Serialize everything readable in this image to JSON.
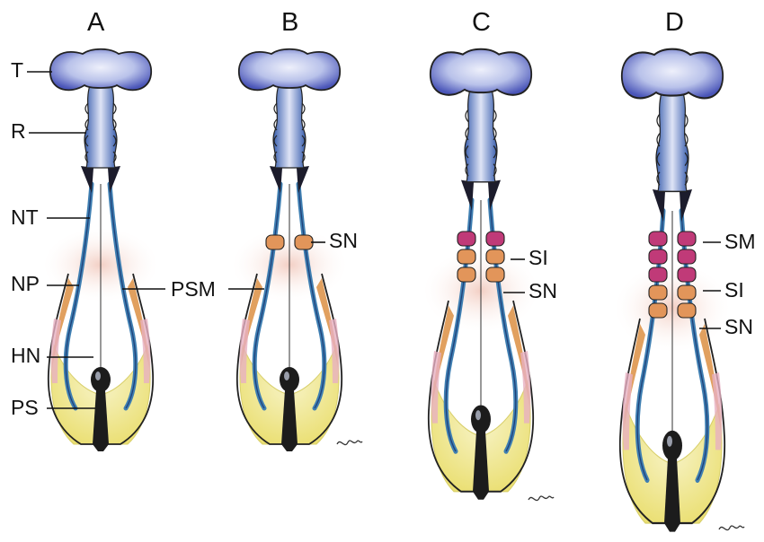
{
  "panels": [
    {
      "letter": "A"
    },
    {
      "letter": "B"
    },
    {
      "letter": "C"
    },
    {
      "letter": "D"
    }
  ],
  "labels": {
    "a": {
      "t": "T",
      "r": "R",
      "nt": "NT",
      "np": "NP",
      "hn": "HN",
      "ps": "PS"
    },
    "b": {
      "sn": "SN",
      "psm": "PSM"
    },
    "c": {
      "si": "SI",
      "sn": "SN"
    },
    "d": {
      "sm": "SM",
      "si": "SI",
      "sn": "SN"
    }
  },
  "segments": {
    "a": 0,
    "b": 1,
    "c": 3,
    "d": 5
  },
  "colors": {
    "brain": "#4a55b8",
    "brain_light": "#c9d0ee",
    "tube": "#3f7fb2",
    "mesoderm": "#d98a3c",
    "somite_mature": "#c03a78",
    "somite": "#e2955a",
    "streak": "#1c1c1c",
    "yolk": "#ece27a",
    "pink_glow": "#f6ddd6"
  }
}
